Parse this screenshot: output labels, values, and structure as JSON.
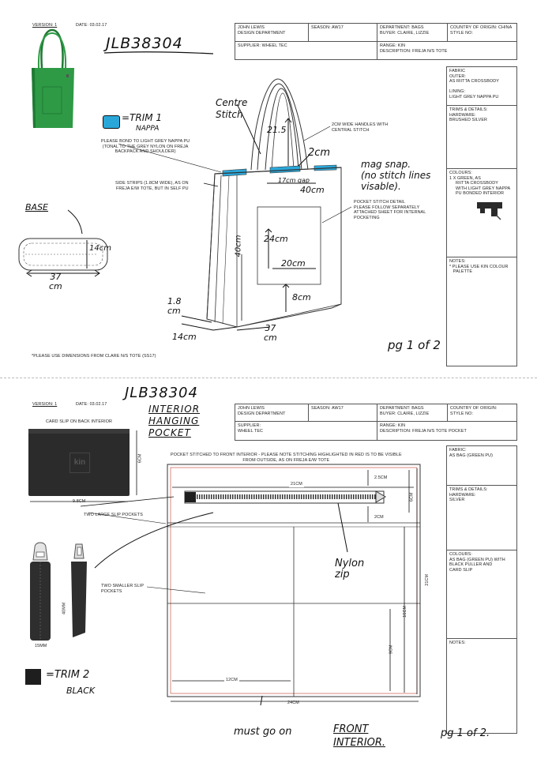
{
  "page1": {
    "version": "VERSION: 1",
    "date": "DATE: 03.02.17",
    "style_code": "JLB38304",
    "header": {
      "dept": "JOHN LEWIS\nDESIGN DEPARTMENT",
      "season": "SEASON: AW17",
      "department": "DEPARTMENT: BAGS\nBUYER: CLAIRE, LIZZIE",
      "country": "COUNTRY OF ORIGIN: CHINA\nSTYLE NO:",
      "supplier": "SUPPLIER: WHEEL TEC",
      "range": "RANGE: KIN\nDESCRIPTION: FREJA N/S TOTE"
    },
    "side": {
      "fabric": "FABRIC\nOUTER:\nAS RIITTA CROSSBODY\n\nLINING:\nLIGHT GREY NAPPA PU",
      "trims": "TRIMS & DETAILS:\nHARDWARE:\nBRUSHED SILVER",
      "colours": "COLOURS:\n1 X GREEN, AS\n     RIITTA CROSSBODY\n     WITH LIGHT GREY NAPPA\n     PU BONDED INTERIOR",
      "notes": "NOTES:\n* PLEASE USE KIN COLOUR\n   PALETTE"
    },
    "trim_label": "=TRIM 1",
    "trim_sub": "NAPPA",
    "note_bond": "PLEASE BOND TO LIGHT GREY NAPPA PU\n(TONAL TO THE GREY NYLON ON FREJA\nBACKPACK AND SHOULDER)",
    "note_side": "SIDE STRIPS (1.8CM WIDE), AS ON\nFREJA E/W TOTE, BUT IN SELF PU",
    "note_handles": "2CM WIDE HANDLES WITH\nCENTRAL STITCH",
    "note_pocket": "POCKET STITCH DETAIL\nPLEASE FOLLOW SEPARATELY\nATTACHED SHEET FOR INTERNAL\nPOCKETING",
    "footer": "*PLEASE USE DIMENSIONS FROM CLARE N/S TOTE (SS17)",
    "hand": {
      "centre": "Centre\nStitch",
      "drop": "21.5",
      "two_cm": "2cm",
      "mag": "mag snap.\n(no stitch lines\nvisable).",
      "w17": "17cm gap",
      "w40": "40cm",
      "base": "BASE",
      "b14": "14cm",
      "b37": "37\ncm",
      "h40": "40cm",
      "p24": "24cm",
      "p20": "20cm",
      "p8": "8cm",
      "s18": "1.8\ncm",
      "d14": "14cm",
      "d37": "37\ncm",
      "pg": "pg 1 of 2"
    }
  },
  "page2": {
    "version": "VERSION: 1",
    "date": "DATE: 03.02.17",
    "style_code": "JLB38304",
    "title_hand": "INTERIOR\nHANGING\nPOCKET",
    "header": {
      "dept": "JOHN LEWIS\nDESIGN DEPARTMENT",
      "season": "SEASON: AW17",
      "department": "DEPARTMENT: BAGS\nBUYER: CLAIRE, LIZZIE",
      "country": "COUNTRY OF ORIGIN:\nSTYLE NO:",
      "supplier": "SUPPLIER:\nWHEEL TEC",
      "range": "RANGE: KIN\nDESCRIPTION: FREJA N/S TOTE POCKET"
    },
    "side": {
      "fabric": "FABRIC:\nAS BAG (GREEN PU)",
      "trims": "TRIMS & DETAILS:\nHARDWARE:\nSILVER",
      "colours": "COLOURS:\nAS BAG (GREEN PU) WITH\nBLACK PULLER AND\nCARD SLIP",
      "notes": "NOTES:"
    },
    "card_slip_label": "CARD SLIP ON BACK INTERIOR",
    "card_logo": "kin",
    "card_w": "9.8cm",
    "card_h": "6cm",
    "puller_h": "40mm",
    "puller_w": "15mm",
    "trim2_label": "=TRIM 2",
    "trim2_sub": "BLACK",
    "pocket_note": "POCKET STITCHED TO FRONT INTERIOR - PLEASE NOTE STITCHING HIGHLIGHTED IN RED IS TO BE VISIBLE\nFROM OUTSIDE, AS ON FREJA E/W TOTE",
    "large_slip": "TWO LARGE SLIP POCKETS",
    "small_slip": "TWO SMALLER SLIP\nPOCKETS",
    "dims": {
      "d21w": "21cm",
      "d25": "2.5cm",
      "d6": "6cm",
      "d2": "2cm",
      "d16": "16cm",
      "d21h": "21cm",
      "d9": "9cm",
      "d12": "12cm",
      "d24": "24cm"
    },
    "hand": {
      "nylon": "Nylon\nzip",
      "must": "must go on",
      "front": "FRONT\nINTERIOR.",
      "pg": "pg 1 of 2."
    }
  },
  "colors": {
    "bag_green": "#2e9a45",
    "trim_blue": "#2aa7d9",
    "ink": "#111111",
    "red_stitch": "#c0392b"
  }
}
